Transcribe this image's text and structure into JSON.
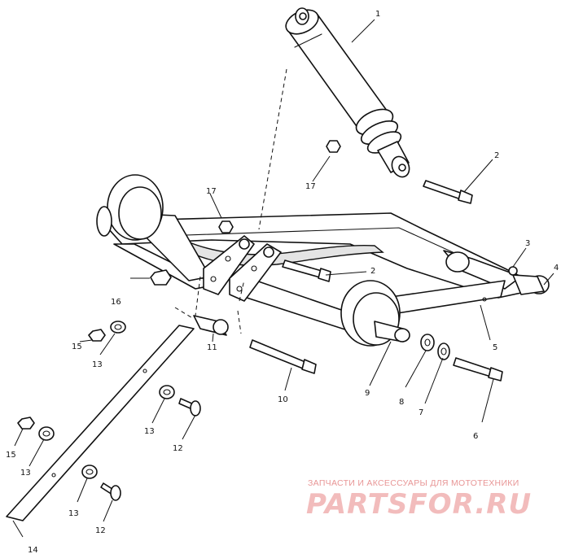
{
  "callouts": [
    {
      "id": "1",
      "text": "1"
    },
    {
      "id": "2a",
      "text": "2"
    },
    {
      "id": "2b",
      "text": "2"
    },
    {
      "id": "3",
      "text": "3"
    },
    {
      "id": "4",
      "text": "4"
    },
    {
      "id": "5",
      "text": "5"
    },
    {
      "id": "6",
      "text": "6"
    },
    {
      "id": "7",
      "text": "7"
    },
    {
      "id": "8",
      "text": "8"
    },
    {
      "id": "9",
      "text": "9"
    },
    {
      "id": "10",
      "text": "10"
    },
    {
      "id": "11",
      "text": "11"
    },
    {
      "id": "12a",
      "text": "12"
    },
    {
      "id": "12b",
      "text": "12"
    },
    {
      "id": "13a",
      "text": "13"
    },
    {
      "id": "13b",
      "text": "13"
    },
    {
      "id": "13c",
      "text": "13"
    },
    {
      "id": "13d",
      "text": "13"
    },
    {
      "id": "14",
      "text": "14"
    },
    {
      "id": "15a",
      "text": "15"
    },
    {
      "id": "15b",
      "text": "15"
    },
    {
      "id": "16",
      "text": "16"
    },
    {
      "id": "17a",
      "text": "17"
    },
    {
      "id": "17b",
      "text": "17"
    }
  ],
  "watermark": {
    "tagline": "ЗАПЧАСТИ И АКСЕССУАРЫ ДЛЯ МОТОТЕХНИКИ",
    "logo": "PARTSFOR.RU",
    "color": "#e89696"
  }
}
